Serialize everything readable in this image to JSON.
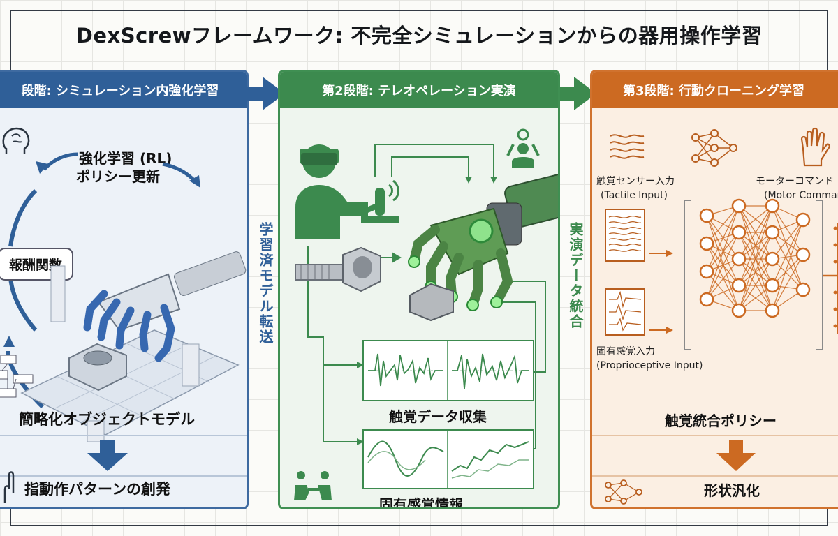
{
  "title": "DexScrewフレームワーク: 不完全シミュレーションからの器用操作学習",
  "stage1": {
    "header": "段階: シミュレーション内強化学習",
    "rl_line1": "強化学習 (RL)",
    "rl_line2": "ポリシー更新",
    "reward": "報酬関数",
    "object_model": "簡略化オブジェクトモデル",
    "emergence": "指動作パターンの創発"
  },
  "transfer_label": "学習済モデル転送",
  "stage2": {
    "header": "第2段階: テレオペレーション実演",
    "tactile": "触覚データ収集",
    "proprio": "固有感覚情報"
  },
  "integration_label": "実演データ統合",
  "stage3": {
    "header": "第3段階: 行動クローニング学習",
    "tactile_in_jp": "触覚センサー入力",
    "tactile_in_en": "(Tactile Input)",
    "motor_jp": "モーターコマンド",
    "motor_en": "(Motor Command)",
    "proprio_in_jp": "固有感覚入力",
    "proprio_in_en": "(Proprioceptive Input)",
    "policy": "触覚統合ポリシー",
    "generalize": "形状汎化"
  },
  "colors": {
    "blue": "#2f5f98",
    "green": "#3c8a4e",
    "orange": "#cc6a22"
  }
}
